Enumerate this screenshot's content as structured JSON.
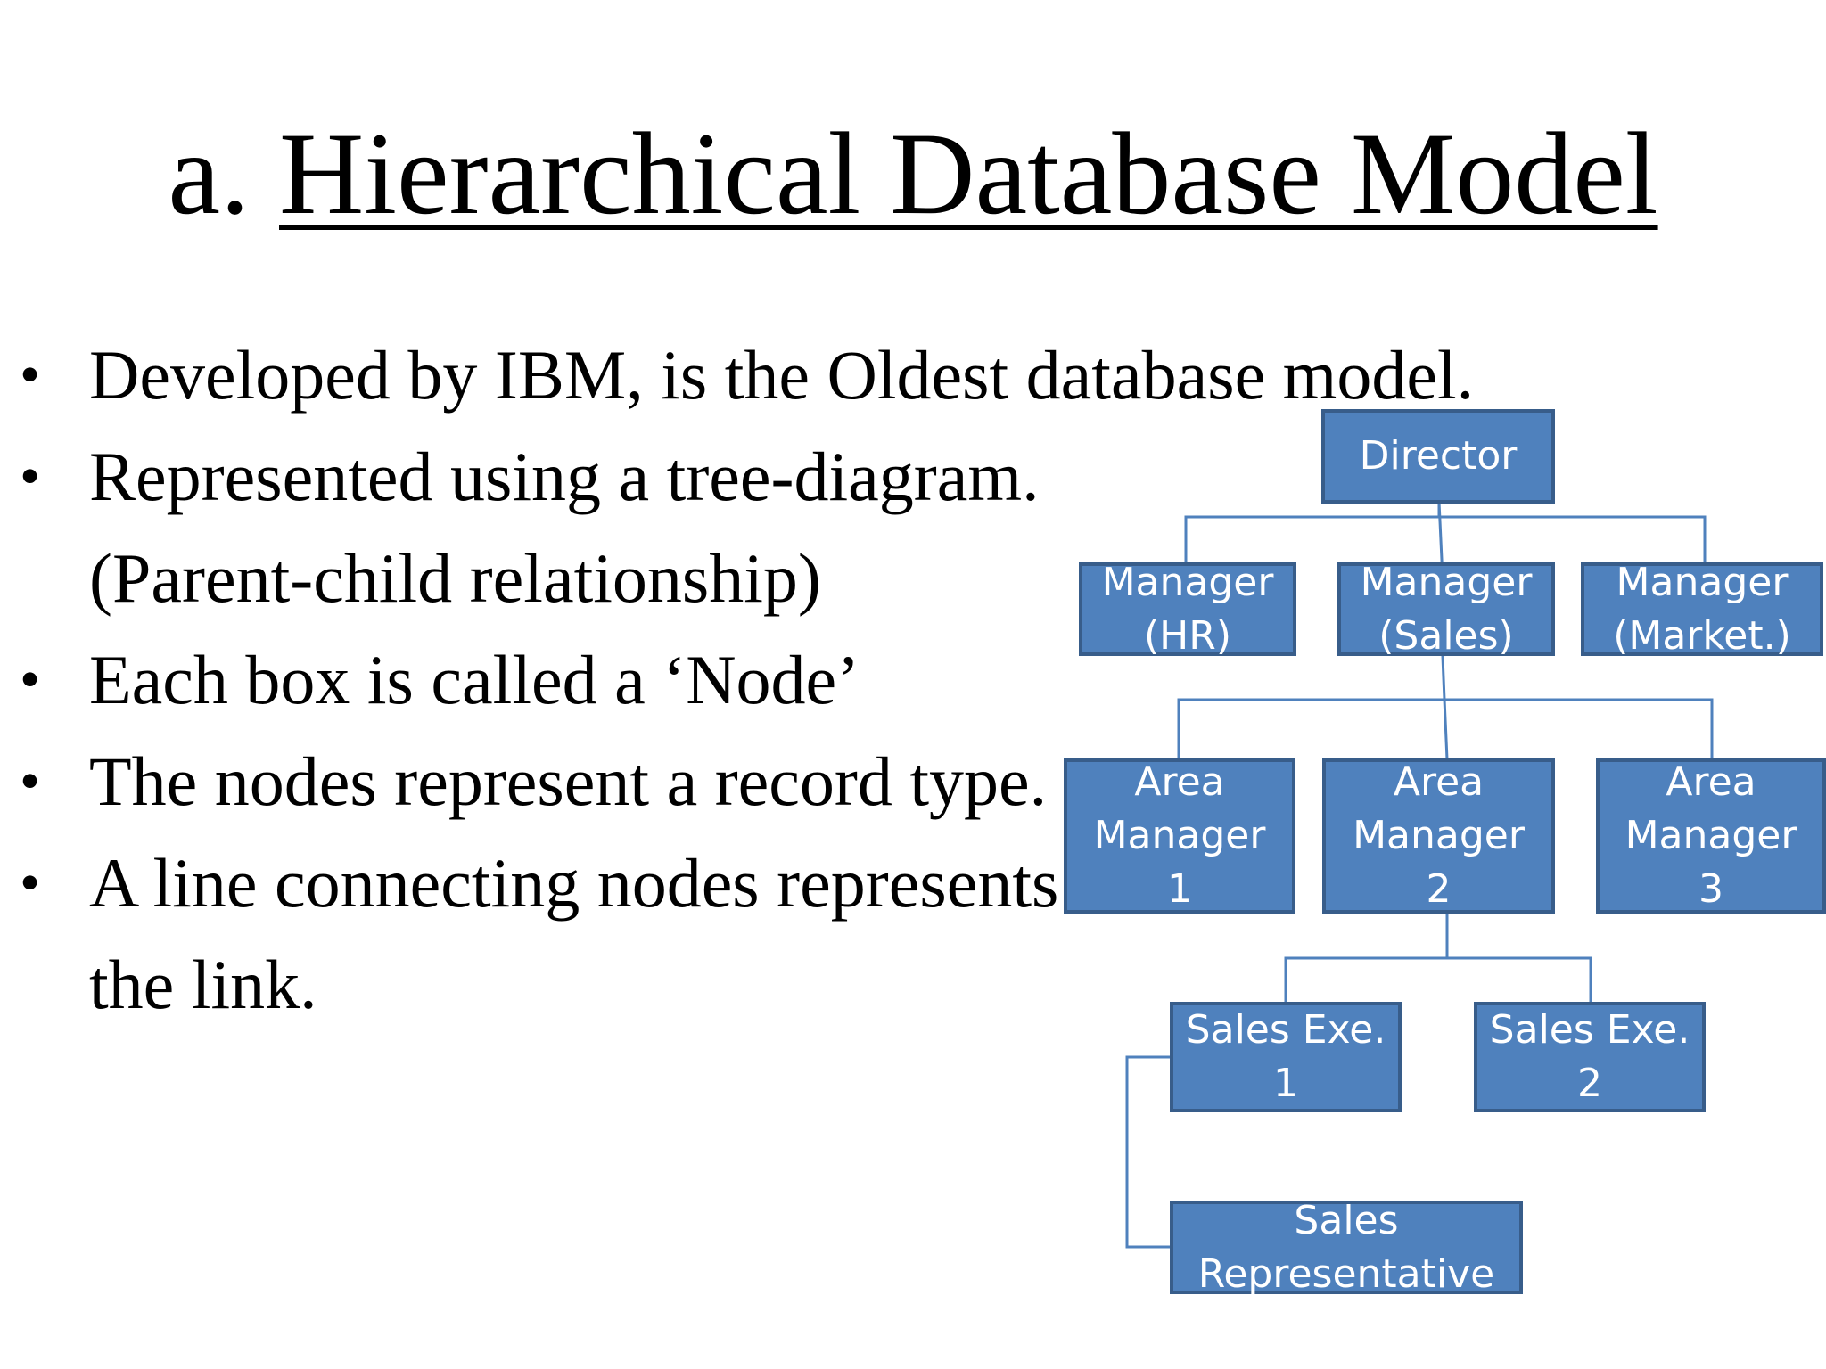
{
  "title": {
    "prefix": "a. ",
    "main": "Hierarchical Database Model"
  },
  "bullets": [
    "Developed by IBM, is the Oldest database model.",
    "Represented using a tree-diagram.",
    "(Parent-child relationship)",
    "Each box is called a ‘Node’",
    "The nodes represent a record type.",
    "A line connecting nodes represents",
    "the link."
  ],
  "bullet_glyph": "•",
  "colors": {
    "node_fill": "#4f81bd",
    "node_border": "#385d8a",
    "connector": "#4f81bd"
  },
  "nodes": {
    "director": "Director",
    "manager_hr": "Manager\n(HR)",
    "manager_sales": "Manager\n(Sales)",
    "manager_market": "Manager\n(Market.)",
    "area_manager_1": "Area\nManager\n1",
    "area_manager_2": "Area\nManager\n2",
    "area_manager_3": "Area\nManager\n3",
    "sales_exe_1": "Sales Exe.\n1",
    "sales_exe_2": "Sales Exe.\n2",
    "sales_representative": "Sales\nRepresentative"
  }
}
